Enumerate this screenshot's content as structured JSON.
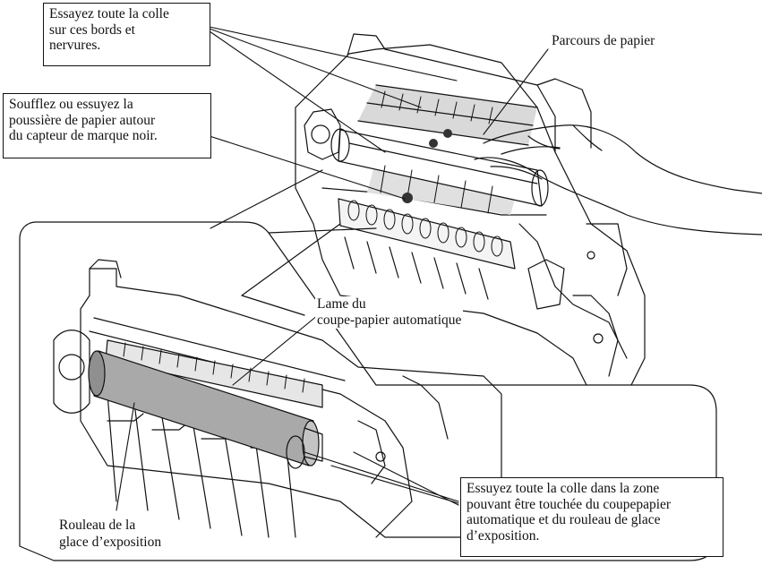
{
  "callouts": {
    "glue_edges": [
      "Essayez toute la colle",
      "sur ces bords et",
      "nervures."
    ],
    "dust_sensor": [
      "Soufflez ou essuyez la",
      "poussière de papier autour",
      "du capteur de marque noir."
    ],
    "glue_zone": [
      "Essuyez toute la colle dans la zone",
      "pouvant être touchée du coupepapier",
      "automatique et du rouleau de glace",
      "d’exposition."
    ]
  },
  "labels": {
    "paper_path": "Parcours de papier",
    "cutter_blade": [
      "Lame du",
      "coupe-papier automatique"
    ],
    "exposure_roller": [
      "Rouleau de la",
      "glace d’exposition"
    ]
  },
  "colors": {
    "ink": "#111111",
    "shade": "#d9d9d9",
    "roller": "#a9a9a9",
    "dot": "#333333"
  }
}
